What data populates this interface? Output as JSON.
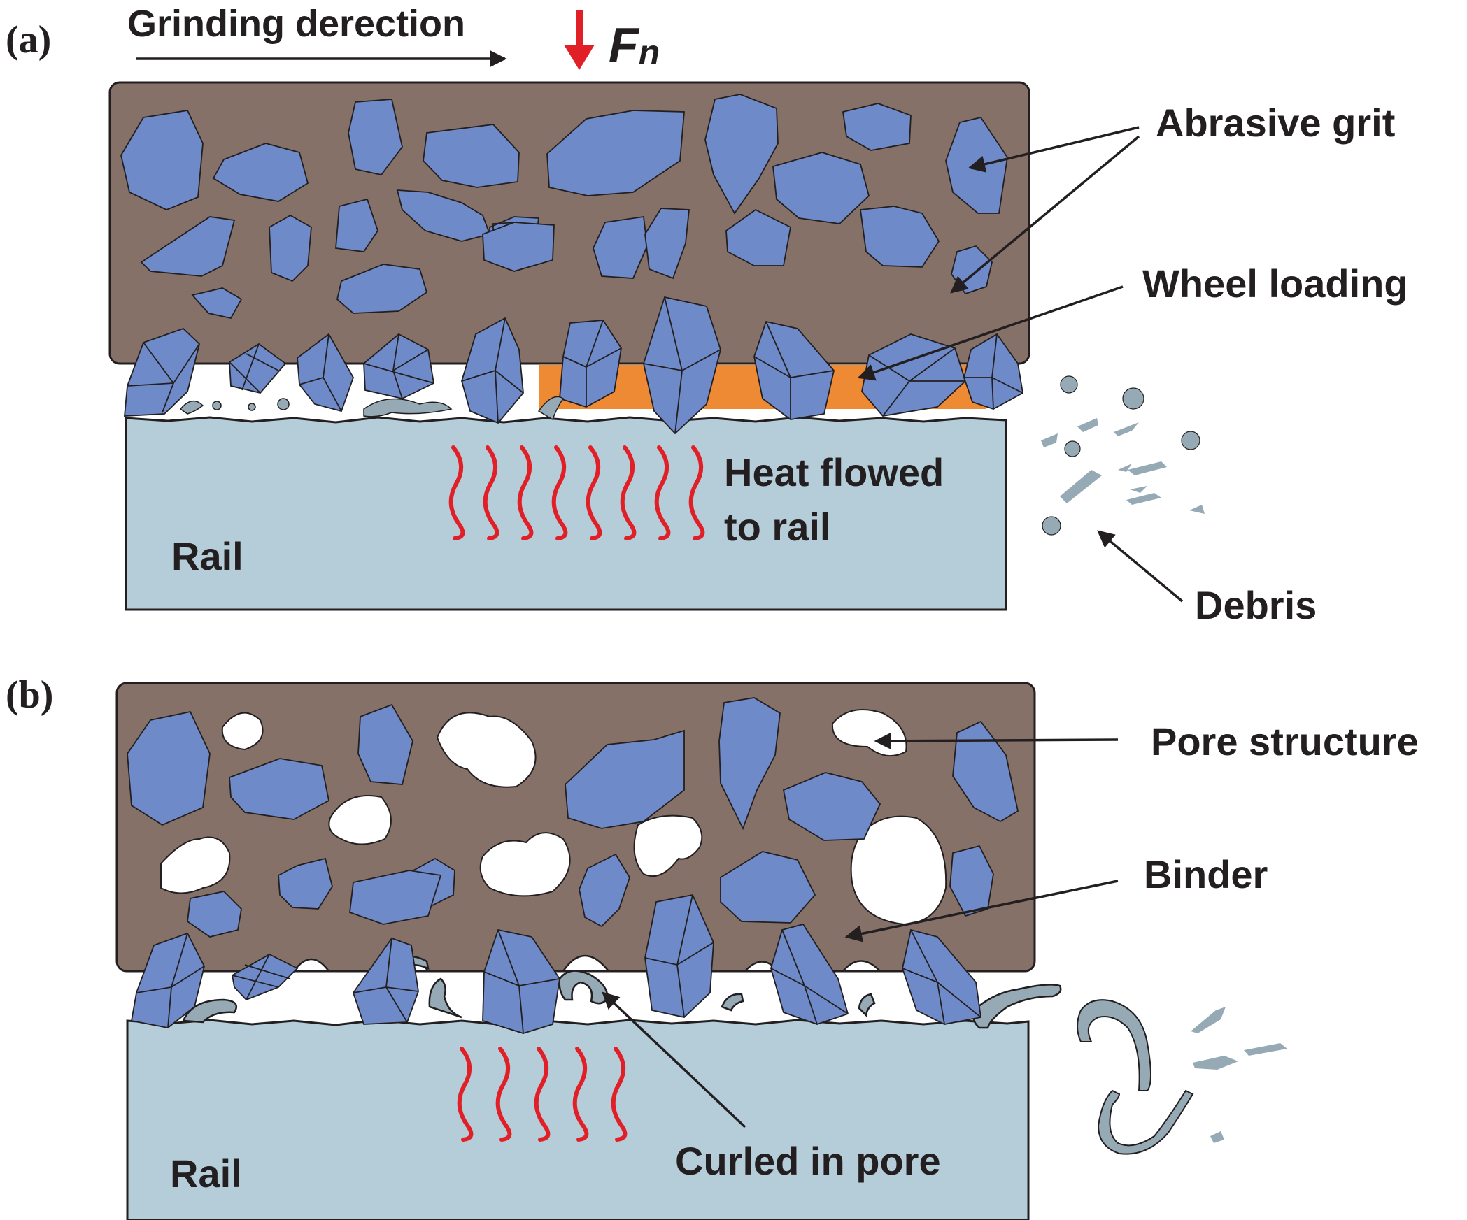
{
  "panel_a": {
    "tag": "(a)",
    "direction_label": "Grinding derection",
    "force_label": "F",
    "force_sub": "n",
    "labels": {
      "abrasive_grit": "Abrasive grit",
      "wheel_loading": "Wheel loading",
      "heat_line1": "Heat flowed",
      "heat_line2": "to rail",
      "rail": "Rail",
      "debris": "Debris"
    }
  },
  "panel_b": {
    "tag": "(b)",
    "labels": {
      "pore_structure": "Pore structure",
      "binder": "Binder",
      "curled": "Curled in pore",
      "rail": "Rail"
    }
  },
  "colors": {
    "wheel": "#857168",
    "grit": "#6e8ac8",
    "rail": "#b5ccd9",
    "loading": "#ef8a34",
    "heat": "#e11f26",
    "debris": "#95aab5",
    "pore": "#ffffff",
    "outline": "#231f20"
  }
}
